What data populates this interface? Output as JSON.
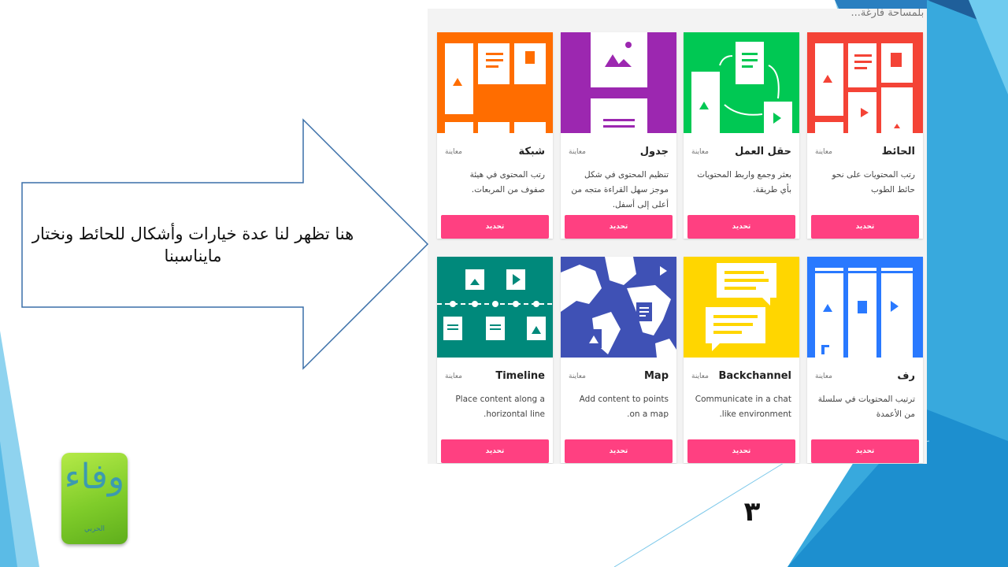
{
  "slide": {
    "callout_text": "هنا تظهر لنا عدة خيارات وأشكال للحائط ونختار ماينا‌سبنا",
    "page_number": "٣",
    "logo_text": "وفاء",
    "logo_subtext": "الحربي"
  },
  "screenshot": {
    "hint": "ابدأ بلمساحة فارغة...",
    "preview_label": "معاينة",
    "select_label": "تحديد",
    "cards": [
      {
        "title": "الحائط",
        "desc": "رتب المحتويات على نحو حائط الطوب",
        "color": "#f44336"
      },
      {
        "title": "حقل العمل",
        "desc": "بعثر وجمع واربط المحتويات بأي طريقة.",
        "color": "#00c853"
      },
      {
        "title": "جدول",
        "desc": "تنظيم المحتوى في شكل موجز سهل القراءة متجه من أعلى إلى أسفل.",
        "color": "#9c27b0"
      },
      {
        "title": "شبكة",
        "desc": "رتب المحتوى في هيئة صفوف من المربعات.",
        "color": "#ff6d00"
      },
      {
        "title": "رف",
        "desc": "ترتيب المحتويات في سلسلة من الأعمدة",
        "color": "#2979ff"
      },
      {
        "title": "Backchannel",
        "desc": "Communicate in a chat like environment.",
        "color": "#ffd600"
      },
      {
        "title": "Map",
        "desc": "Add content to points on a map.",
        "color": "#3f51b5"
      },
      {
        "title": "Timeline",
        "desc": "Place content along a horizontal line.",
        "color": "#00897b"
      }
    ]
  }
}
